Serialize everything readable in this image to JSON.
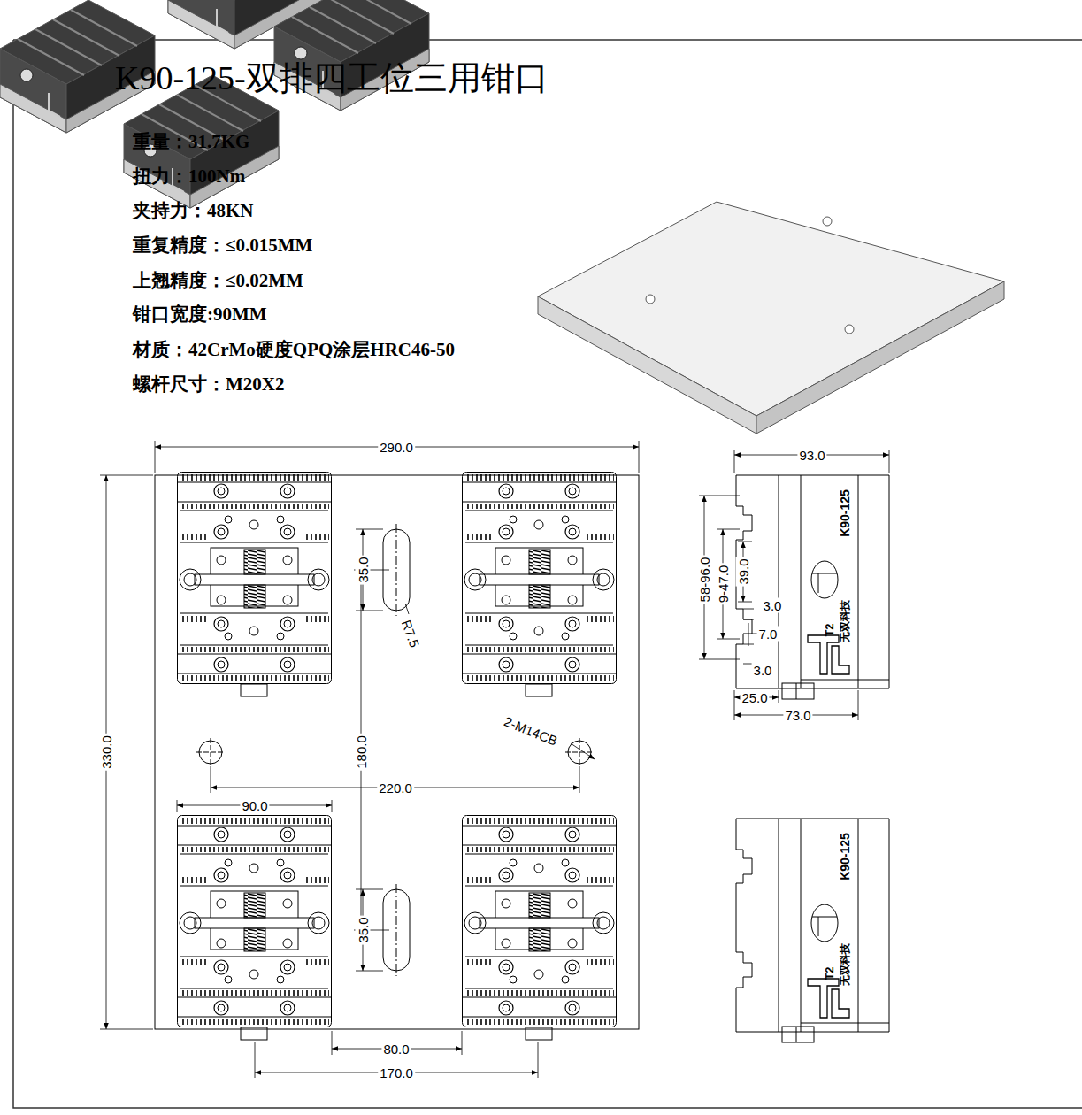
{
  "diagram": {
    "title": "K90-125-双排四工位三用钳口",
    "labels": [
      "重量：31.7KG",
      "扭力：100Nm",
      "夹持力：48KN",
      "重复精度：≤0.015MM",
      "上翘精度：≤0.02MM",
      "钳口宽度:90MM",
      "材质：42CrMo硬度QPQ涂层HRC46-50",
      "螺杆尺寸：M20X2",
      "290.0",
      "330.0",
      "35.0",
      "R7.5",
      "180.0",
      "2-M14CB",
      "220.0",
      "90.0",
      "35.0",
      "80.0",
      "170.0",
      "93.0",
      "58-96.0",
      "9-47.0",
      "39.0",
      "3.0",
      "7.0",
      "3.0",
      "25.0",
      "73.0",
      "K90-125",
      "T2",
      "无双科技",
      "K90-125",
      "T2",
      "无双科技"
    ]
  }
}
